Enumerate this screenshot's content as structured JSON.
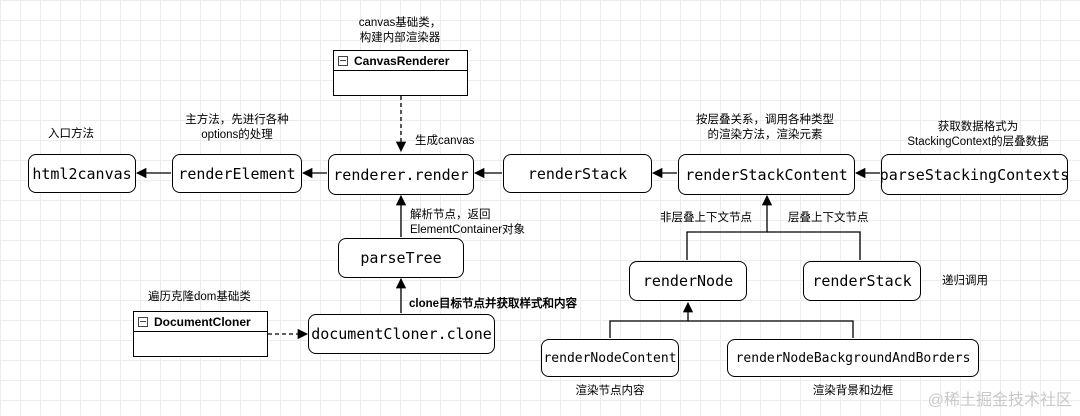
{
  "nodes": {
    "html2canvas": "html2canvas",
    "render_element": "renderElement",
    "renderer_render": "renderer.render",
    "render_stack": "renderStack",
    "render_stack_content": "renderStackContent",
    "parse_stacking_contexts": "parseStackingContexts",
    "parse_tree": "parseTree",
    "document_cloner_clone": "documentCloner.clone",
    "render_node": "renderNode",
    "render_stack_recursive": "renderStack",
    "render_node_content": "renderNodeContent",
    "render_node_background_and_borders": "renderNodeBackgroundAndBorders"
  },
  "classes": {
    "canvas_renderer": "CanvasRenderer",
    "document_cloner": "DocumentCloner"
  },
  "labels": {
    "canvas_base_line1": "canvas基础类，",
    "canvas_base_line2": "构建内部渲染器",
    "entry_method": "入口方法",
    "main_method_line1": "主方法，先进行各种",
    "main_method_line2": "options的处理",
    "generate_canvas": "生成canvas",
    "by_stack_line1": "按层叠关系，调用各种类型",
    "by_stack_line2": "的渲染方法，渲染元素",
    "get_data_line1": "获取数据格式为",
    "get_data_line2": "StackingContext的层叠数据",
    "parse_nodes_line1": "解析节点，返回",
    "parse_nodes_line2": "ElementContainer对象",
    "non_stacking_context": "非层叠上下文节点",
    "stacking_context": "层叠上下文节点",
    "recursive_call": "递归调用",
    "traverse_clone": "遍历克隆dom基础类",
    "clone_target": "clone目标节点并获取样式和内容",
    "render_node_content": "渲染节点内容",
    "render_bg_borders": "渲染背景和边框"
  },
  "watermark": "@稀土掘金技术社区"
}
